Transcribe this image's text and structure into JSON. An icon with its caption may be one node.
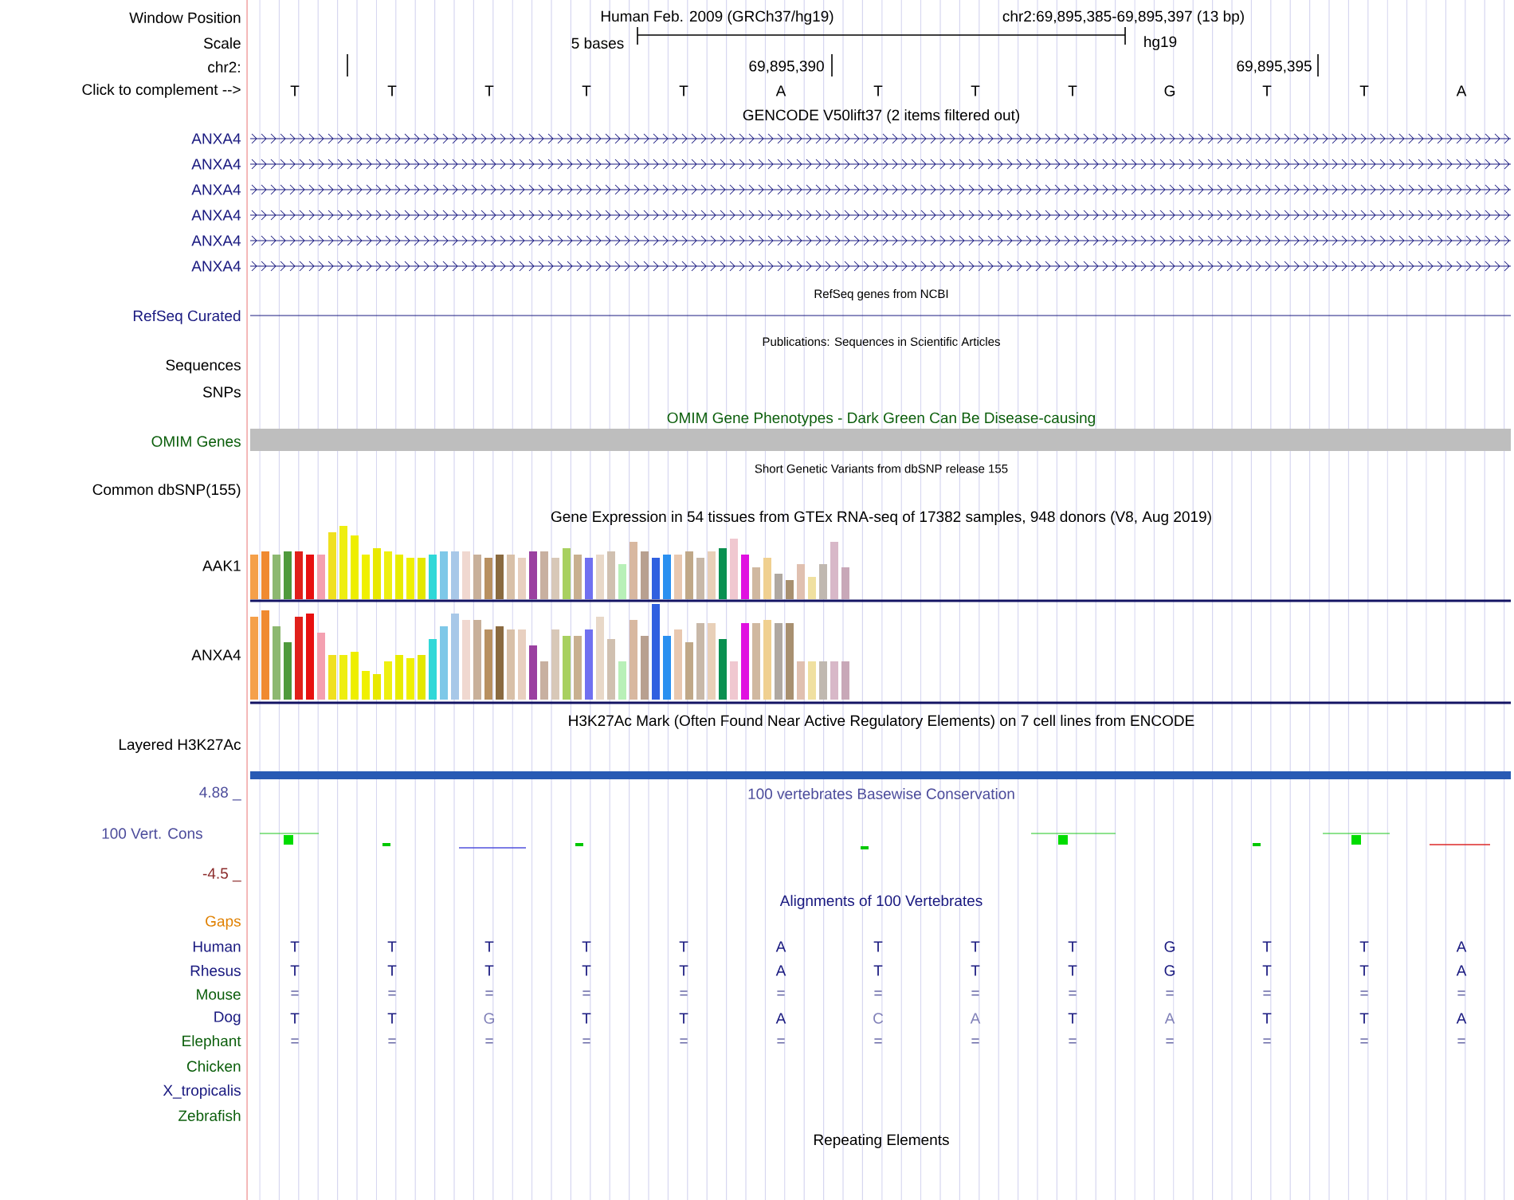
{
  "diagram": {
    "labels": [
      "Window Position",
      "Human Feb. 2009 (GRCh37/hg19)",
      "chr2:69,895,385-69,895,397 (13 bp)",
      "Scale",
      "5 bases",
      "hg19",
      "chr2:",
      "69,895,390",
      "69,895,395",
      "Click to complement -->",
      "T",
      "T",
      "T",
      "T",
      "T",
      "A",
      "T",
      "T",
      "T",
      "G",
      "T",
      "T",
      "A",
      "GENCODE V50lift37 (2 items filtered out)",
      "ANXA4",
      "ANXA4",
      "ANXA4",
      "ANXA4",
      "ANXA4",
      "ANXA4",
      "RefSeq genes from NCBI",
      "RefSeq Curated",
      "Publications: Sequences in Scientific Articles",
      "Sequences",
      "SNPs",
      "OMIM Gene Phenotypes - Dark Green Can Be Disease-causing",
      "OMIM Genes",
      "Short Genetic Variants from dbSNP release 155",
      "Common dbSNP(155)",
      "Gene Expression in 54 tissues from GTEx RNA-seq of 17382 samples, 948 donors (V8, Aug 2019)",
      "AAK1",
      "ANXA4",
      "H3K27Ac Mark (Often Found Near Active Regulatory Elements) on 7 cell lines from ENCODE",
      "Layered H3K27Ac",
      "4.88 _",
      "100 vertebrates Basewise Conservation",
      "100 Vert. Cons",
      "-4.5 _",
      "Alignments of 100 Vertebrates",
      "Gaps",
      "Human",
      "T",
      "T",
      "T",
      "T",
      "T",
      "A",
      "T",
      "T",
      "T",
      "G",
      "T",
      "T",
      "A",
      "Rhesus",
      "T",
      "T",
      "T",
      "T",
      "T",
      "A",
      "T",
      "T",
      "T",
      "G",
      "T",
      "T",
      "A",
      "Mouse",
      "=",
      "=",
      "=",
      "=",
      "=",
      "=",
      "=",
      "=",
      "=",
      "=",
      "=",
      "=",
      "=",
      "Dog",
      "T",
      "T",
      "G",
      "T",
      "T",
      "A",
      "C",
      "A",
      "T",
      "A",
      "T",
      "T",
      "A",
      "Elephant",
      "=",
      "=",
      "=",
      "=",
      "=",
      "=",
      "=",
      "=",
      "=",
      "=",
      "=",
      "=",
      "=",
      "Chicken",
      "X_tropicalis",
      "Zebrafish",
      "Repeating Elements"
    ]
  }
}
